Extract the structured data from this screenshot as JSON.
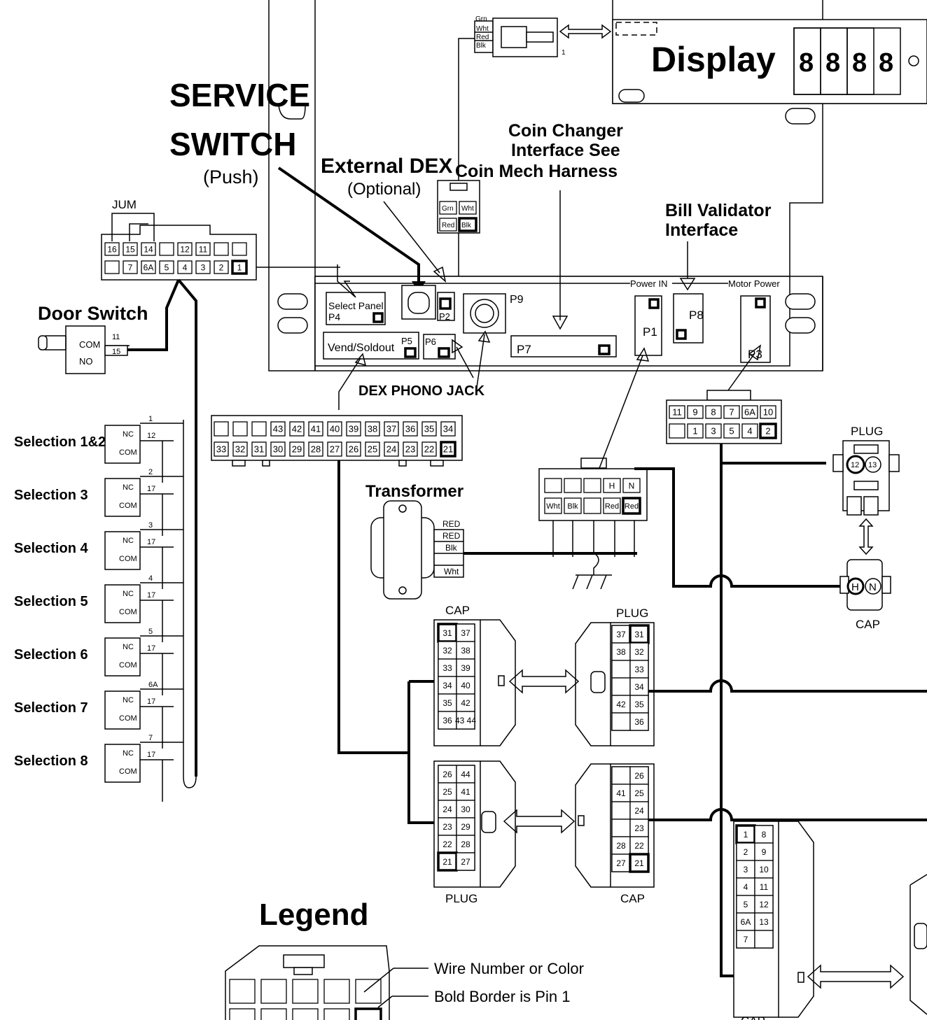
{
  "display": {
    "label": "Display",
    "digits": [
      "8",
      "8",
      "8",
      "8"
    ]
  },
  "service_switch": {
    "line1": "SERVICE",
    "line2": "SWITCH",
    "sub": "(Push)"
  },
  "external_dex": {
    "title": "External DEX",
    "sub": "(Optional)"
  },
  "coin_changer": {
    "line1": "Coin Changer",
    "line2": "Interface See",
    "line3": "Coin Mech Harness"
  },
  "bill_validator": {
    "line1": "Bill Validator",
    "line2": "Interface"
  },
  "board_labels": {
    "power_in": "Power IN",
    "motor_power": "Motor Power",
    "select_panel": "Select Panel",
    "p4": "P4",
    "p2": "P2",
    "p9": "P9",
    "vend_soldout": "Vend/Soldout",
    "p5": "P5",
    "p6": "P6",
    "p7": "P7",
    "p1": "P1",
    "p8": "P8",
    "p3": "P3",
    "pin1": "1"
  },
  "top_connector": {
    "wires": [
      "Grn",
      "Wht",
      "Red",
      "Blk"
    ],
    "pin_label": "1"
  },
  "dex_connector": {
    "pins": [
      "Grn",
      "Wht",
      "Red",
      "Blk"
    ]
  },
  "jum": {
    "label": "JUM",
    "row1": [
      "16",
      "15",
      "14",
      "",
      "12",
      "11",
      "",
      ""
    ],
    "row2": [
      "",
      "7",
      "6A",
      "5",
      "4",
      "3",
      "2",
      "1"
    ]
  },
  "door_switch": {
    "title": "Door Switch",
    "com": "COM",
    "no": "NO",
    "wire_top": "11",
    "wire_bottom": "15"
  },
  "selections": [
    {
      "label": "Selection 1&2",
      "nc_wire": "1",
      "com_wire": "12"
    },
    {
      "label": "Selection 3",
      "nc_wire": "2",
      "com_wire": "17"
    },
    {
      "label": "Selection 4",
      "nc_wire": "3",
      "com_wire": "17"
    },
    {
      "label": "Selection 5",
      "nc_wire": "4",
      "com_wire": "17"
    },
    {
      "label": "Selection 6",
      "nc_wire": "5",
      "com_wire": "17"
    },
    {
      "label": "Selection 7",
      "nc_wire": "6A",
      "com_wire": "17"
    },
    {
      "label": "Selection 8",
      "nc_wire": "7",
      "com_wire": "17"
    }
  ],
  "switch_terms": {
    "nc": "NC",
    "com": "COM"
  },
  "dex_phono_jack": "DEX PHONO JACK",
  "main_connector": {
    "row1": [
      "",
      "",
      "",
      "43",
      "42",
      "41",
      "40",
      "39",
      "38",
      "37",
      "36",
      "35",
      "34"
    ],
    "row2": [
      "33",
      "32",
      "31",
      "30",
      "29",
      "28",
      "27",
      "26",
      "25",
      "24",
      "23",
      "22",
      "21"
    ]
  },
  "motor_connector": {
    "row1": [
      "11",
      "9",
      "8",
      "7",
      "6A",
      "10"
    ],
    "row2": [
      "",
      "1",
      "3",
      "5",
      "4",
      "2"
    ]
  },
  "transformer": {
    "label": "Transformer",
    "wires": [
      "RED",
      "RED",
      "Blk",
      "Wht"
    ]
  },
  "power_connector": {
    "top": [
      "",
      "",
      "",
      "H",
      "N"
    ],
    "bottom": [
      "Wht",
      "Blk",
      "",
      "Red",
      "Red"
    ]
  },
  "power_plug": {
    "label": "PLUG",
    "pins": [
      "12",
      "13"
    ]
  },
  "power_cap": {
    "label": "CAP",
    "pins": [
      "H",
      "N"
    ]
  },
  "cap_upper": {
    "label": "CAP",
    "rows": [
      [
        "31",
        "37"
      ],
      [
        "32",
        "38"
      ],
      [
        "33",
        "39"
      ],
      [
        "34",
        "40"
      ],
      [
        "35",
        "42"
      ],
      [
        "36",
        "43 44"
      ]
    ]
  },
  "plug_upper": {
    "label": "PLUG",
    "rows": [
      [
        "37",
        "31"
      ],
      [
        "38",
        "32"
      ],
      [
        "",
        "33"
      ],
      [
        "",
        "34"
      ],
      [
        "42",
        "35"
      ],
      [
        "",
        "36"
      ]
    ]
  },
  "plug_lower": {
    "label": "PLUG",
    "rows": [
      [
        "26",
        "44"
      ],
      [
        "25",
        "41"
      ],
      [
        "24",
        "30"
      ],
      [
        "23",
        "29"
      ],
      [
        "22",
        "28"
      ],
      [
        "21",
        "27"
      ]
    ]
  },
  "cap_lower": {
    "label": "CAP",
    "rows": [
      [
        "",
        "26"
      ],
      [
        "41",
        "25"
      ],
      [
        "",
        "24"
      ],
      [
        "",
        "23"
      ],
      [
        "28",
        "22"
      ],
      [
        "27",
        "21"
      ]
    ]
  },
  "cap_right": {
    "label": "CAP",
    "rows": [
      [
        "1",
        "8"
      ],
      [
        "2",
        "9"
      ],
      [
        "3",
        "10"
      ],
      [
        "4",
        "11"
      ],
      [
        "5",
        "12"
      ],
      [
        "6A",
        "13"
      ],
      [
        "7",
        ""
      ]
    ]
  },
  "legend": {
    "title": "Legend",
    "wire_note": "Wire Number or Color",
    "pin_note": "Bold Border is Pin 1"
  }
}
